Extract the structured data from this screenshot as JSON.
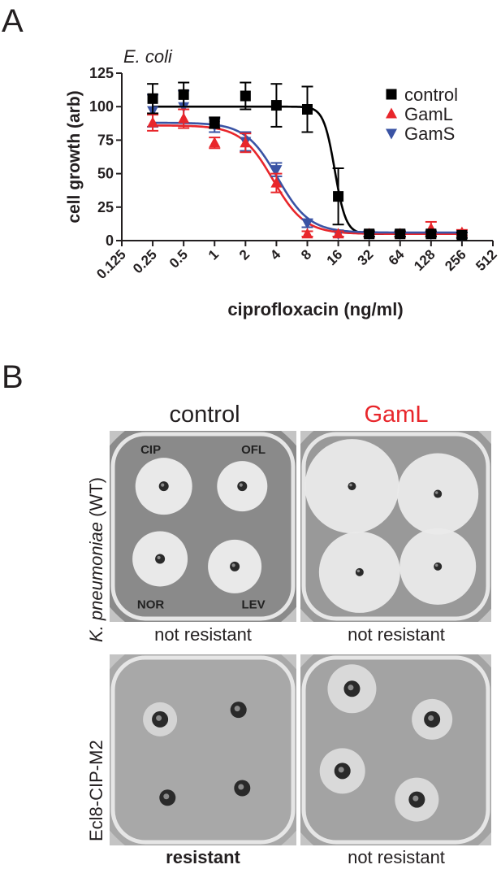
{
  "panels": {
    "a": {
      "letter": "A"
    },
    "b": {
      "letter": "B"
    }
  },
  "chart_data": {
    "type": "line",
    "title": "E. coli",
    "xlabel": "ciprofloxacin (ng/ml)",
    "ylabel": "cell growth (arb)",
    "x_scale": "log2",
    "xticks": [
      0.125,
      0.25,
      0.5,
      1,
      2,
      4,
      8,
      16,
      32,
      64,
      128,
      256,
      512
    ],
    "xtick_labels": [
      "0.125",
      "0.25",
      "0.5",
      "1",
      "2",
      "4",
      "8",
      "16",
      "32",
      "64",
      "128",
      "256",
      "512"
    ],
    "yticks": [
      0,
      25,
      50,
      75,
      100,
      125
    ],
    "ylim": [
      0,
      125
    ],
    "legend_position": "top-right",
    "series": [
      {
        "name": "control",
        "color": "#000000",
        "marker": "square",
        "x": [
          0.25,
          0.5,
          1,
          2,
          4,
          8,
          16,
          32,
          64,
          128,
          256
        ],
        "y": [
          106,
          109,
          88,
          108,
          101,
          98,
          33,
          5,
          5,
          5,
          4
        ],
        "err": [
          11,
          9,
          4,
          10,
          16,
          17,
          21,
          2,
          2,
          2,
          2
        ],
        "fit": {
          "top": 100,
          "bottom": 5,
          "ec50": 14.8,
          "hill": 8
        }
      },
      {
        "name": "GamL",
        "color": "#e8262b",
        "marker": "triangle-up",
        "x": [
          0.25,
          0.5,
          1,
          2,
          4,
          8,
          16,
          32,
          64,
          128,
          256
        ],
        "y": [
          88,
          91,
          73,
          73,
          43,
          5,
          5,
          5,
          5,
          9,
          6
        ],
        "err": [
          6,
          7,
          4,
          7,
          7,
          2,
          2,
          2,
          2,
          5,
          2
        ],
        "fit": {
          "top": 86,
          "bottom": 5,
          "ec50": 3.7,
          "hill": 2.8
        }
      },
      {
        "name": "GamS",
        "color": "#3a53a4",
        "marker": "triangle-down",
        "x": [
          0.25,
          0.5,
          1,
          2,
          4,
          8,
          16,
          32,
          64,
          128,
          256
        ],
        "y": [
          97,
          100,
          86,
          74,
          53,
          13,
          5,
          5,
          5,
          5,
          4
        ],
        "err": [
          12,
          12,
          5,
          7,
          5,
          3,
          2,
          2,
          2,
          2,
          2
        ],
        "fit": {
          "top": 88,
          "bottom": 6,
          "ec50": 4.1,
          "hill": 2.8
        }
      }
    ]
  },
  "panel_b": {
    "columns": [
      {
        "label": "control",
        "color": "#231f20"
      },
      {
        "label": "GamL",
        "color": "#e8262b"
      }
    ],
    "rows": [
      {
        "label_italic": "K. pneumoniae",
        "label_rest": " (WT)",
        "captions": [
          "not resistant",
          "not resistant"
        ],
        "caption_bold": [
          false,
          false
        ]
      },
      {
        "label_italic": "",
        "label_rest": "Ecl8-CIP-M2",
        "captions": [
          "resistant",
          "not resistant"
        ],
        "caption_bold": [
          true,
          false
        ]
      }
    ],
    "disk_labels": [
      "CIP",
      "OFL",
      "NOR",
      "LEV"
    ]
  }
}
